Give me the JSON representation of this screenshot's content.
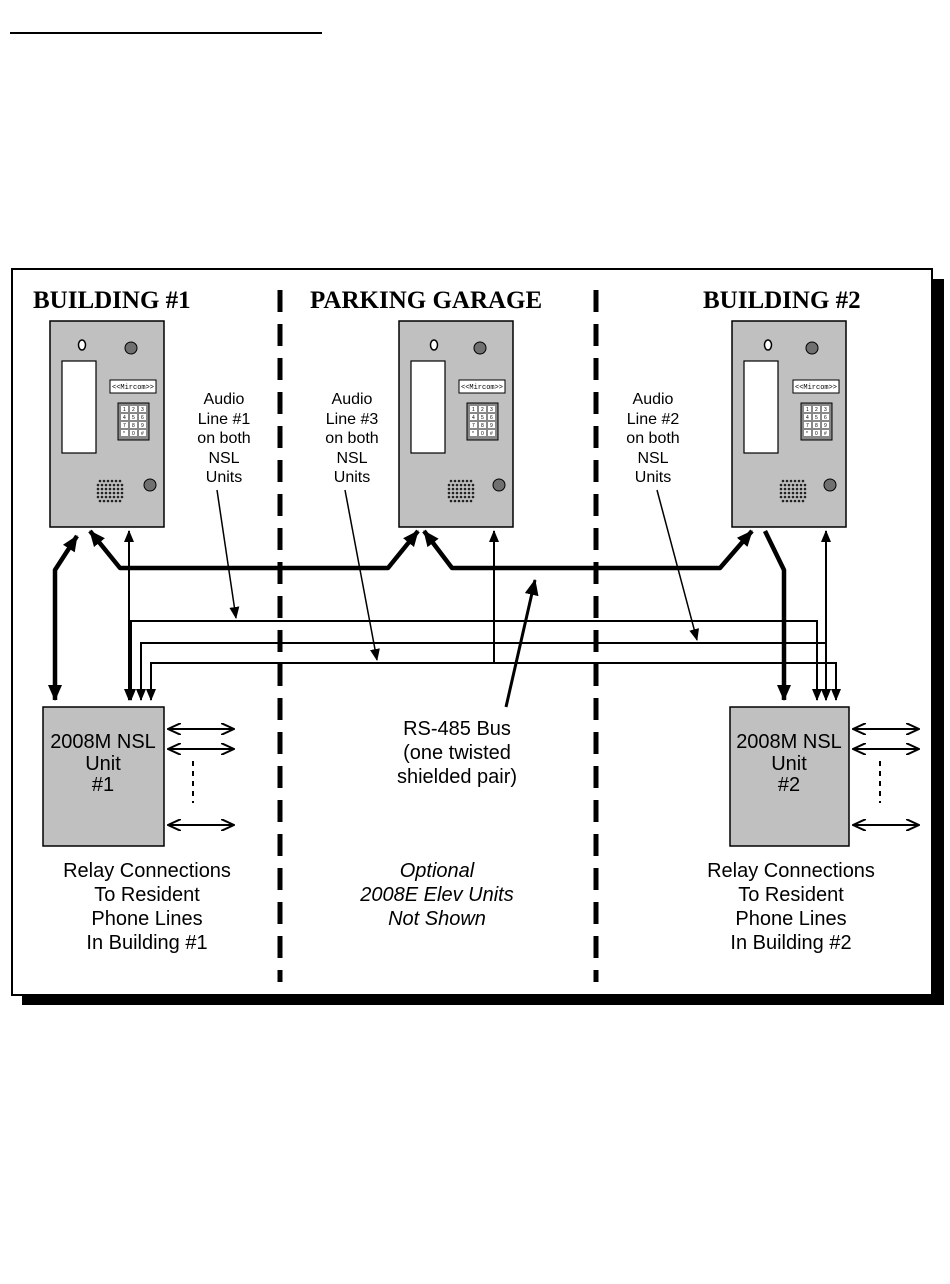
{
  "headings": {
    "building1": "BUILDING #1",
    "parking": "PARKING GARAGE",
    "building2": "BUILDING #2"
  },
  "panel_brand": "<<Mircom>>",
  "keypad_keys": [
    "1",
    "2",
    "3",
    "4",
    "5",
    "6",
    "7",
    "8",
    "9",
    "*",
    "0",
    "#"
  ],
  "audio_labels": {
    "line1": [
      "Audio",
      "Line #1",
      "on both",
      "NSL",
      "Units"
    ],
    "line3": [
      "Audio",
      "Line #3",
      "on both",
      "NSL",
      "Units"
    ],
    "line2": [
      "Audio",
      "Line #2",
      "on both",
      "NSL",
      "Units"
    ]
  },
  "nsl_units": {
    "unit1": [
      "2008M NSL",
      "Unit",
      "#1"
    ],
    "unit2": [
      "2008M NSL",
      "Unit",
      "#2"
    ]
  },
  "bus_label": [
    "RS-485 Bus",
    "(one twisted",
    "shielded pair)"
  ],
  "relay_labels": {
    "building1": [
      "Relay Connections",
      "To Resident",
      "Phone Lines",
      "In Building #1"
    ],
    "building2": [
      "Relay Connections",
      "To Resident",
      "Phone Lines",
      "In Building #2"
    ]
  },
  "optional_note": [
    "Optional",
    "2008E Elev Units",
    "Not Shown"
  ],
  "colors": {
    "panel_fill": "#c0c0c0",
    "frame_shadow": "#000000",
    "line": "#000000"
  }
}
